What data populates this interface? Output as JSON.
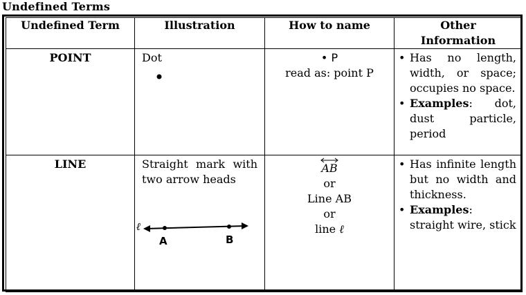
{
  "title": "Undefined Terms",
  "headers": {
    "term": "Undefined Term",
    "illustration": "Illustration",
    "how": "How to name",
    "other": "Other Information"
  },
  "rows": [
    {
      "term": "POINT",
      "illustration_text": "Dot",
      "how": {
        "point_label": "P",
        "read_as": "read as: point P"
      },
      "other": [
        {
          "text": "Has no length, width, or space; occupies no space."
        },
        {
          "bold": "Examples",
          "text": ": dot, dust particle, period"
        }
      ]
    },
    {
      "term": "LINE",
      "illustration_text": "Straight mark with two arrow heads",
      "illustration_labels": {
        "line": "ℓ",
        "a": "A",
        "b": "B"
      },
      "how": {
        "symbol": "AB",
        "or1": "or",
        "line_ab": "Line AB",
        "or2": "or",
        "line_l_prefix": "line",
        "line_l_symbol": "ℓ"
      },
      "other": [
        {
          "text": "Has infinite length but no width and thickness."
        },
        {
          "bold": "Examples",
          "text": ": straight wire, stick"
        }
      ]
    }
  ]
}
